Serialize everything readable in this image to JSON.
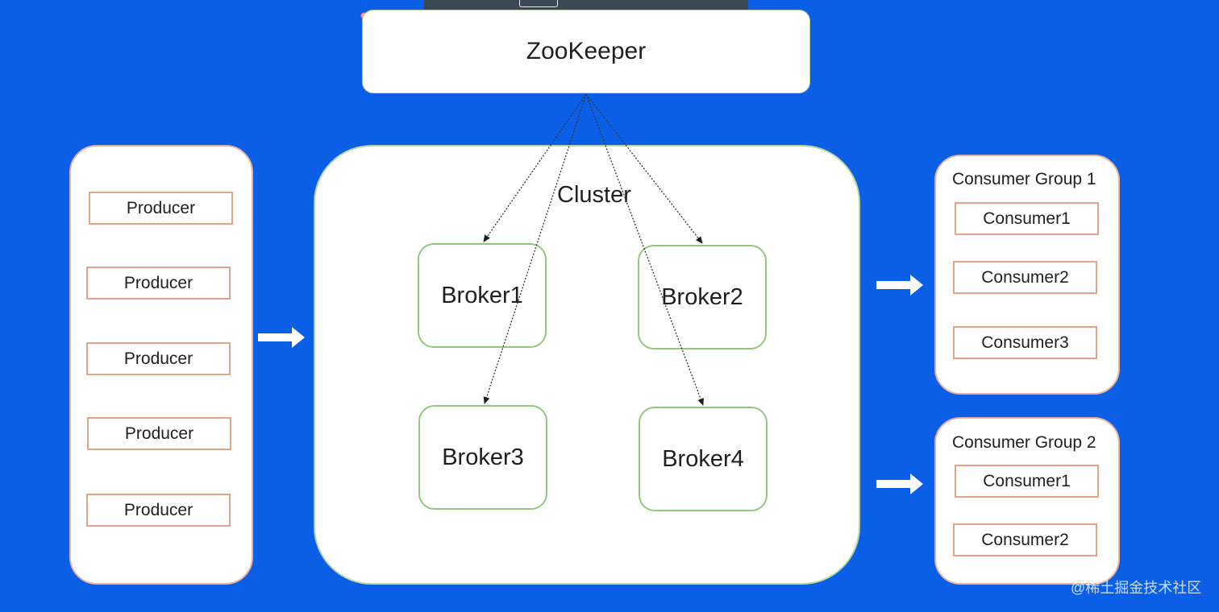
{
  "zookeeper": {
    "label": "ZooKeeper"
  },
  "cluster": {
    "label": "Cluster",
    "brokers": [
      "Broker1",
      "Broker2",
      "Broker3",
      "Broker4"
    ]
  },
  "producers": [
    "Producer",
    "Producer",
    "Producer",
    "Producer",
    "Producer"
  ],
  "consumer_groups": [
    {
      "title": "Consumer Group 1",
      "consumers": [
        "Consumer1",
        "Consumer2",
        "Consumer3"
      ]
    },
    {
      "title": "Consumer Group 2",
      "consumers": [
        "Consumer1",
        "Consumer2"
      ]
    }
  ],
  "watermark": "@稀土掘金技术社区",
  "colors": {
    "background": "#0a5fe6",
    "producer_border": "#e3a585",
    "broker_border": "#93c77c",
    "arrow": "#ffffff"
  }
}
